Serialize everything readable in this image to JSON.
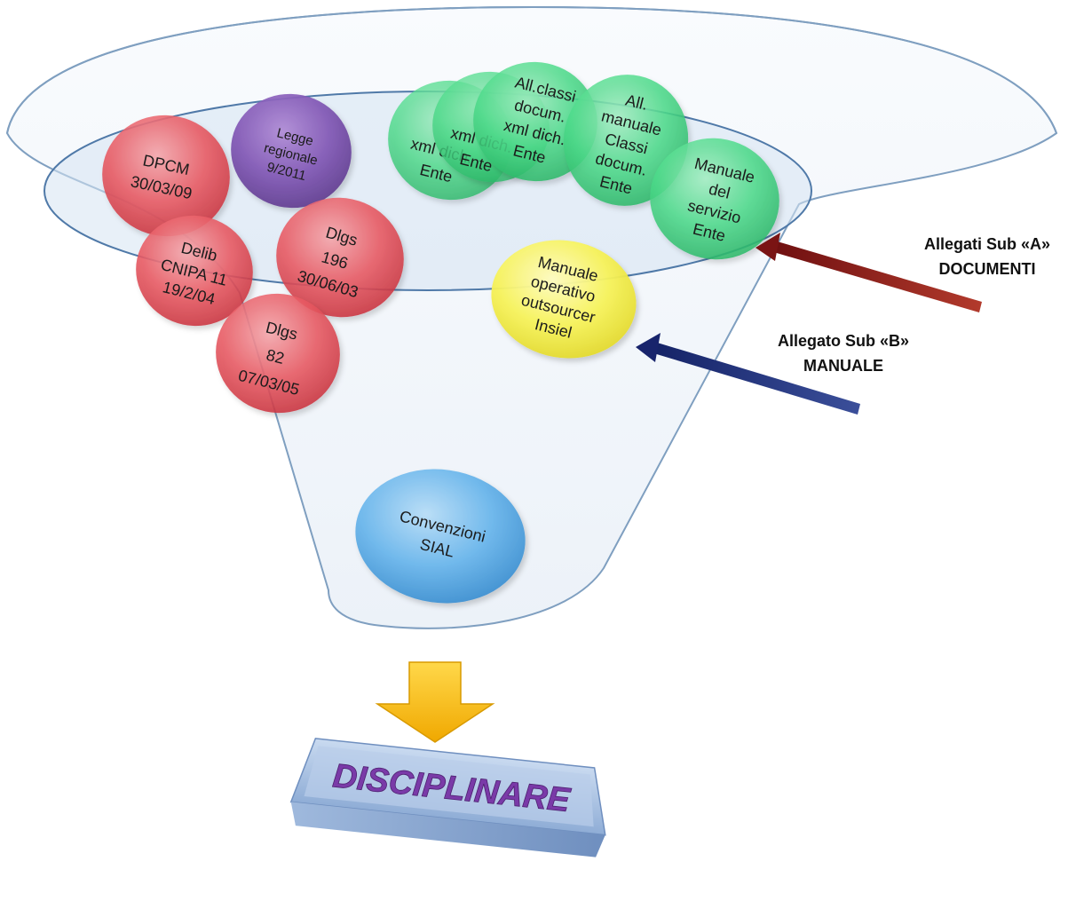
{
  "nodes": {
    "dpcm": [
      "DPCM",
      "30/03/09"
    ],
    "legge": [
      "Legge",
      "regionale",
      "9/2011"
    ],
    "delib": [
      "Delib",
      "CNIPA 11",
      "19/2/04"
    ],
    "dlgs196": [
      "Dlgs",
      "196",
      "30/06/03"
    ],
    "dlgs82": [
      "Dlgs",
      "82",
      "07/03/05"
    ],
    "xml1": [
      "xml dich.",
      "Ente"
    ],
    "xml2": [
      "xml dich.",
      "Ente"
    ],
    "allclassi": [
      "All.classi",
      "docum.",
      "xml dich.",
      "Ente"
    ],
    "allmanuale": [
      "All.",
      "manuale",
      "Classi",
      "docum.",
      "Ente"
    ],
    "manualeservizio": [
      "Manuale",
      "del",
      "servizio",
      "Ente"
    ],
    "manualeoperativo": [
      "Manuale",
      "operativo",
      "outsourcer",
      "Insiel"
    ],
    "convenzioni": [
      "Convenzioni",
      "SIAL"
    ]
  },
  "callouts": {
    "sub_a": [
      "Allegati Sub «A»",
      "DOCUMENTI"
    ],
    "sub_b": [
      "Allegato Sub «B»",
      "MANUALE"
    ]
  },
  "output": {
    "label": "DISCIPLINARE"
  },
  "colors": {
    "red": "#e84a55",
    "purple": "#7d4fb0",
    "green": "#3fd27f",
    "yellow": "#f5f250",
    "blue": "#5aaee8",
    "funnel_stroke": "#7f9fc0",
    "arrow_a": "#8b1a1a",
    "arrow_b": "#1f2f7a",
    "down_arrow": "#f5b800",
    "box": "#a9c2e2"
  }
}
